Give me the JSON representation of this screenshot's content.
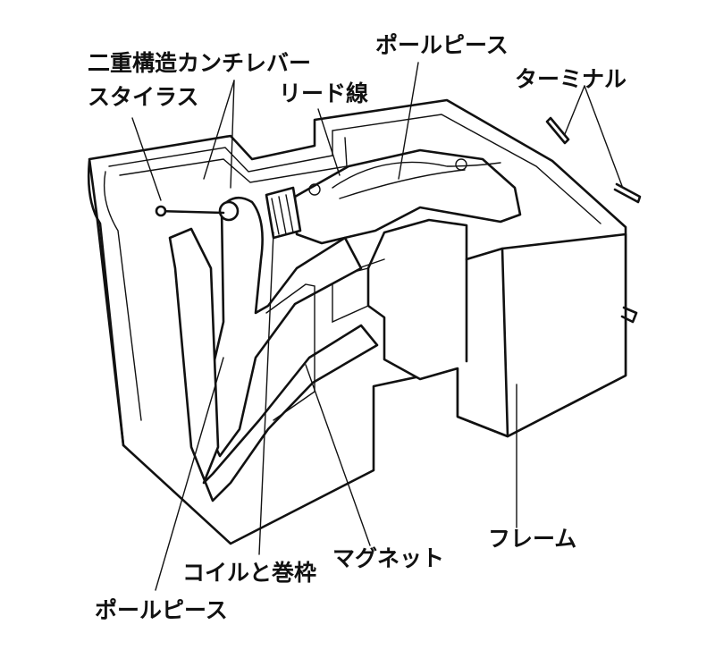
{
  "labels": {
    "double_cantilever": "二重構造カンチレバー",
    "stylus": "スタイラス",
    "lead_wire": "リード線",
    "pole_piece_top": "ポールピース",
    "terminal": "ターミナル",
    "frame": "フレーム",
    "magnet": "マグネット",
    "coil_bobbin": "コイルと巻枠",
    "pole_piece_bottom": "ポールピース"
  }
}
